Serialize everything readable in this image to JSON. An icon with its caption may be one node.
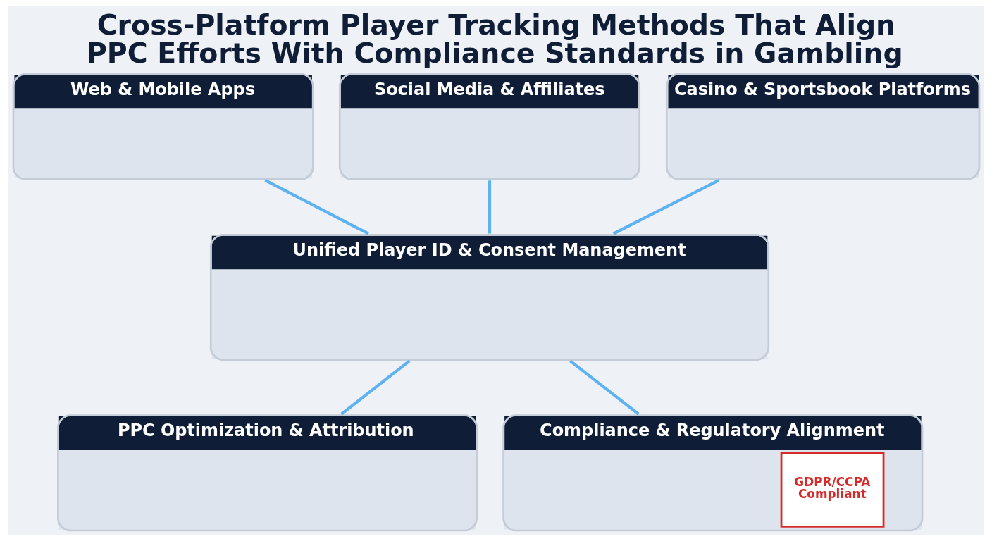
{
  "diagram": {
    "title": "Cross-Platform Player Tracking Methods That Align PPC Efforts With Compliance Standards in Gambling",
    "nodes": [
      {
        "text": [
          "Web & Mobile Apps"
        ]
      },
      {
        "text": [
          "Social Media & Affiliates"
        ]
      },
      {
        "text": [
          "Casino & Sportsbook Platforms"
        ]
      },
      {
        "text": [
          "Unified Player ID & Consent Management"
        ]
      },
      {
        "text": [
          "PPC Optimization & Attribution"
        ]
      },
      {
        "text": [
          "Compliance & Regulatory Alignment",
          "GDPR/CCPA Compliant"
        ]
      }
    ],
    "edges": [
      {
        "from": 0,
        "to": 3,
        "arrow": "none"
      },
      {
        "from": 1,
        "to": 3,
        "arrow": "none"
      },
      {
        "from": 2,
        "to": 3,
        "arrow": "none"
      },
      {
        "from": 3,
        "to": 4,
        "arrow": "none"
      },
      {
        "from": 3,
        "to": 5,
        "arrow": "none"
      }
    ]
  }
}
